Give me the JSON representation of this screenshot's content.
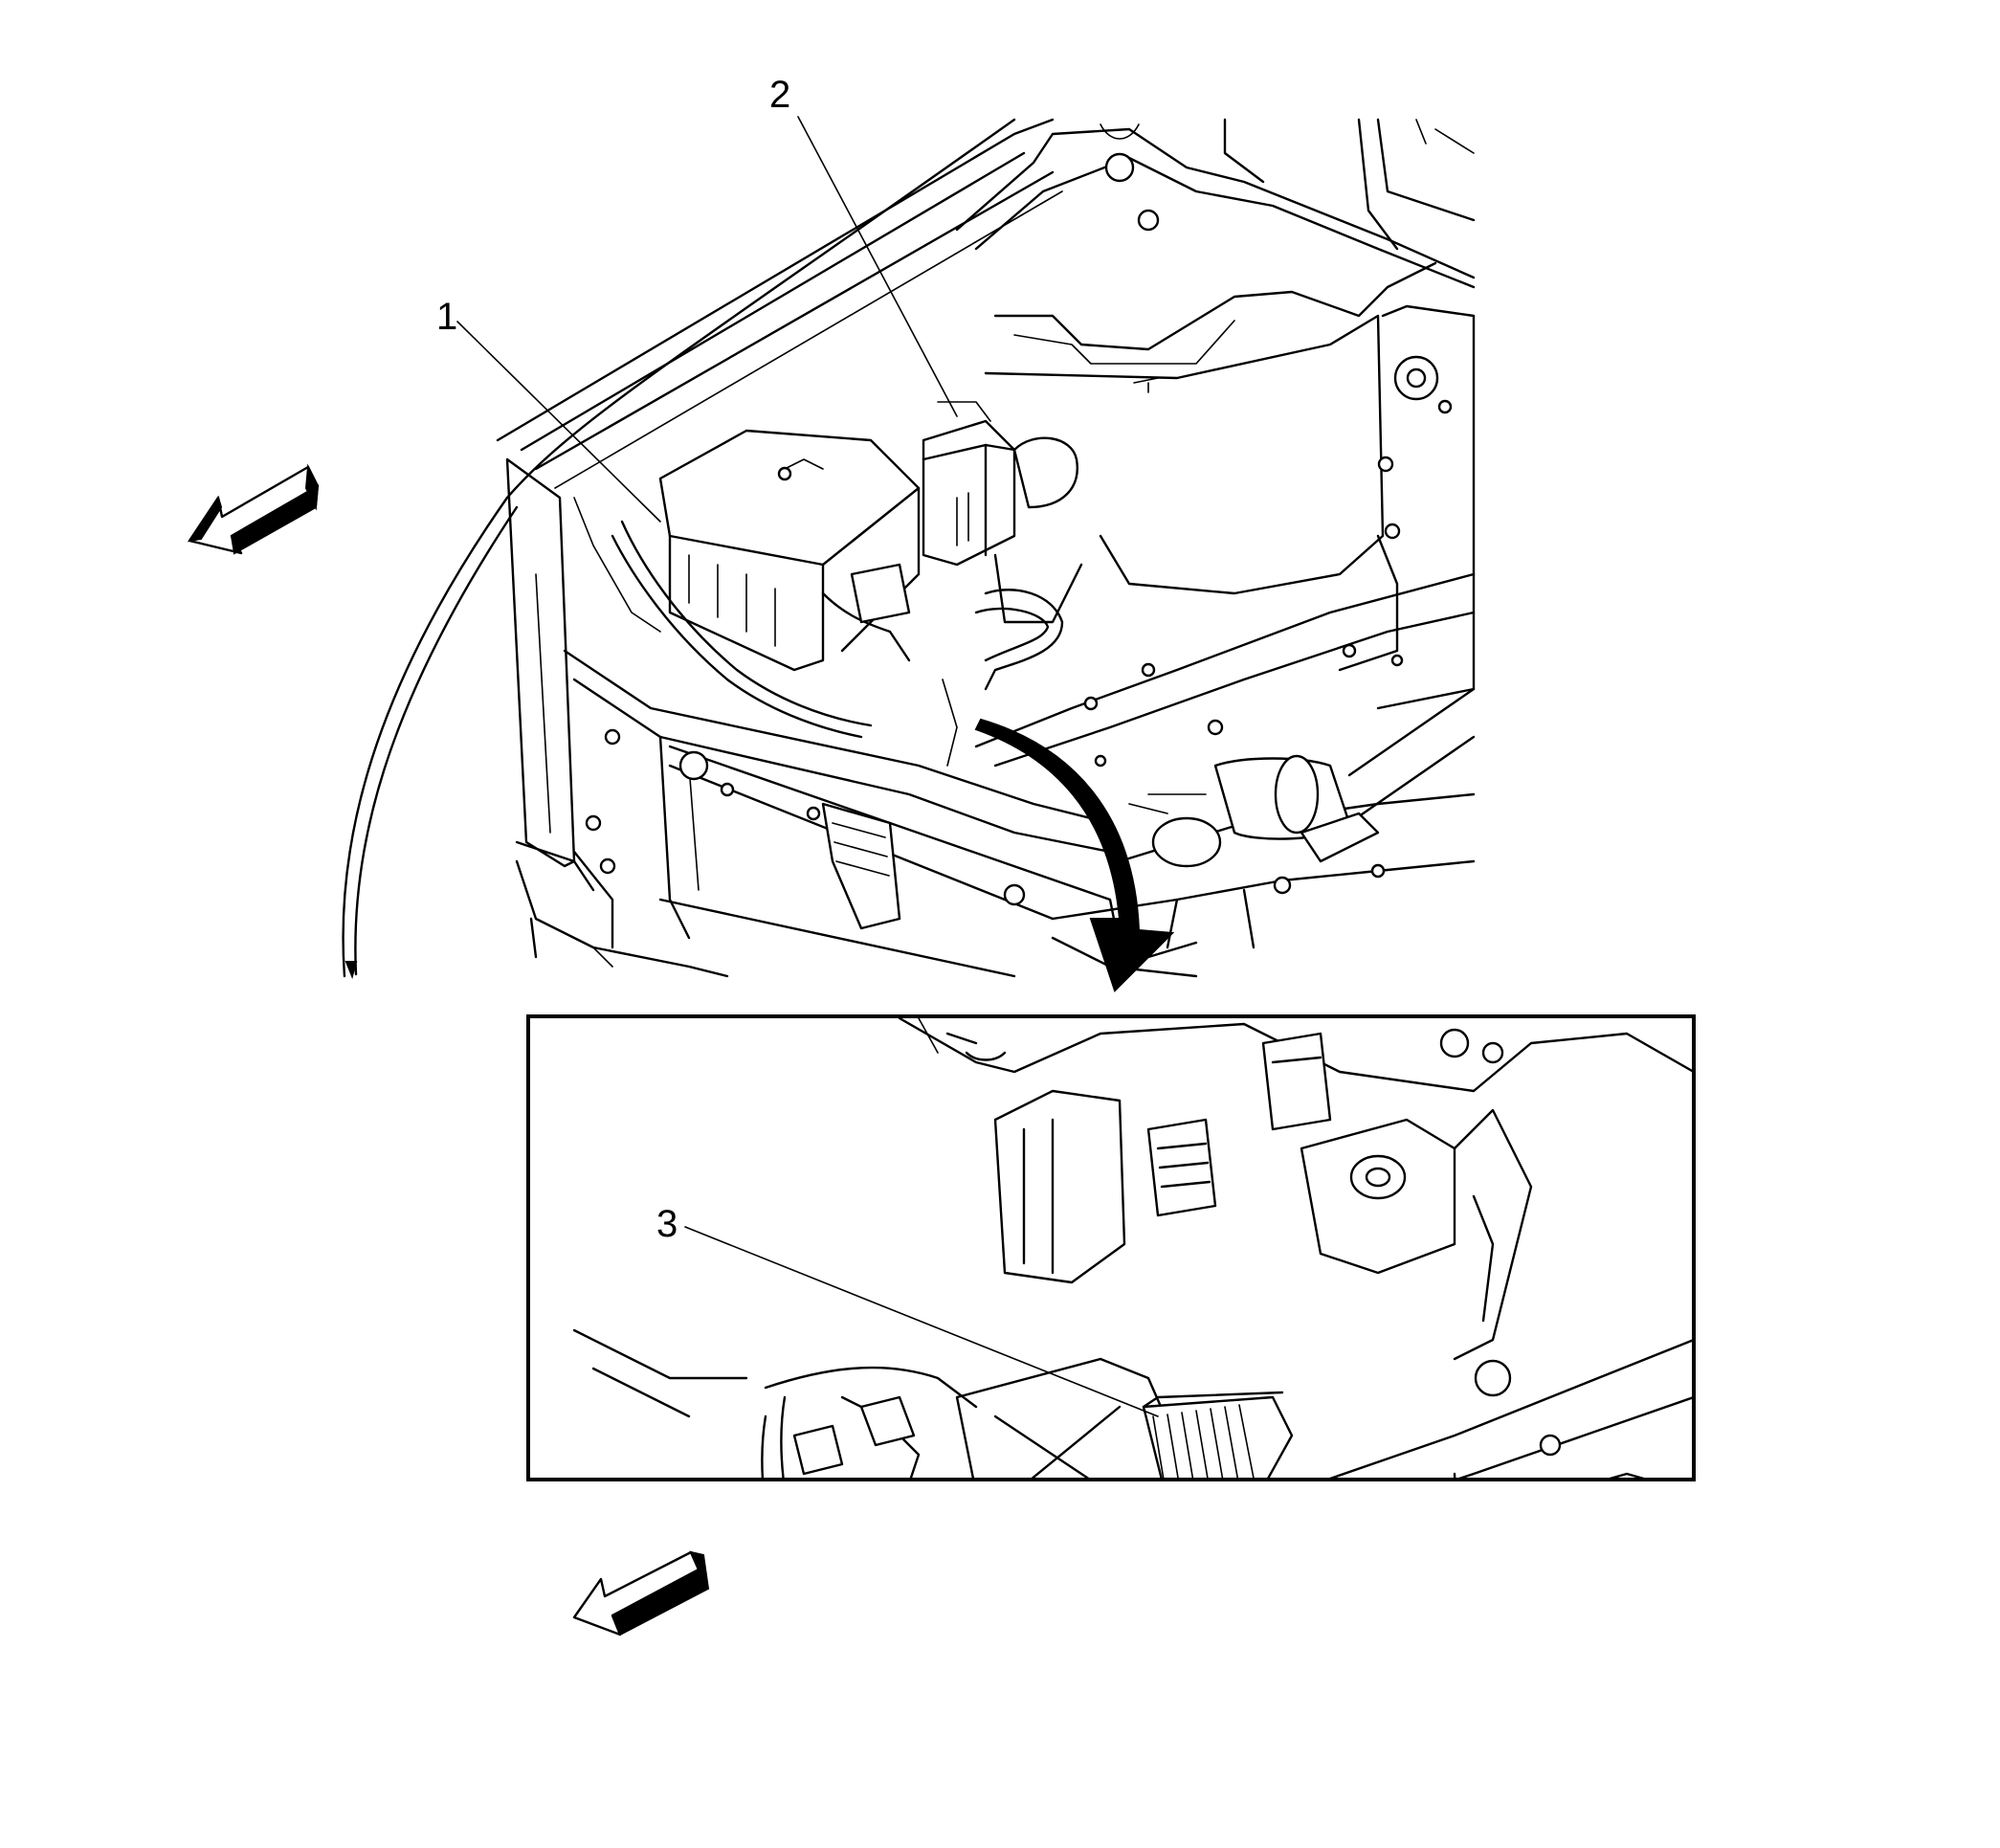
{
  "callouts": [
    {
      "id": "1",
      "label": "1"
    },
    {
      "id": "2",
      "label": "2"
    },
    {
      "id": "3",
      "label": "3"
    }
  ],
  "icons": {
    "direction_arrow": "front-direction-arrow-icon",
    "view_arrow": "detail-view-arrow-icon"
  },
  "colors": {
    "line": "#000000",
    "background": "#ffffff"
  }
}
